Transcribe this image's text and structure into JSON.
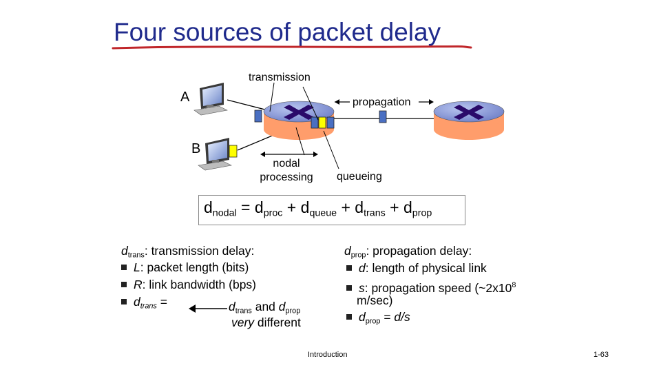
{
  "slide": {
    "title": "Four sources of packet delay",
    "footer_center": "Introduction",
    "footer_right": "1-63"
  },
  "diagram": {
    "host_a": "A",
    "host_b": "B",
    "label_transmission": "transmission",
    "label_propagation": "propagation",
    "label_nodal_line1": "nodal",
    "label_nodal_line2": "processing",
    "label_queueing": "queueing",
    "colors": {
      "packet_blue": "#4a6fc2",
      "packet_yellow": "#ffff00",
      "router_top": "#8a9bd8",
      "router_side": "#ff9d6b",
      "router_x": "#2a0a6a"
    }
  },
  "formula": {
    "d": "d",
    "eq": " = ",
    "plus": " + ",
    "sub_nodal": "nodal",
    "sub_proc": "proc",
    "sub_queue": "queue",
    "sub_trans": "trans",
    "sub_prop": "prop"
  },
  "left": {
    "head_d": "d",
    "head_sub": "trans",
    "head_text": ": transmission delay:",
    "b1_var": "L",
    "b1_text": ": packet length (bits)",
    "b2_var": "R",
    "b2_text": ": link bandwidth (bps)",
    "b3_d": "d",
    "b3_sub": "trans",
    "b3_text": " = ",
    "note_d1": "d",
    "note_sub1": "trans",
    "note_and": " and ",
    "note_d2": "d",
    "note_sub2": "prop",
    "note_line2a": "very",
    "note_line2b": " different"
  },
  "right": {
    "head_d": "d",
    "head_sub": "prop",
    "head_text": ": propagation delay:",
    "b1_var": "d",
    "b1_text": ": length of physical link",
    "b2_var": "s",
    "b2_text": ": propagation speed (~2x10",
    "b2_sup": "8",
    "b2_cont": "m/sec)",
    "b3_d": "d",
    "b3_sub": "prop",
    "b3_text": " = ",
    "b3_expr": "d/s"
  }
}
